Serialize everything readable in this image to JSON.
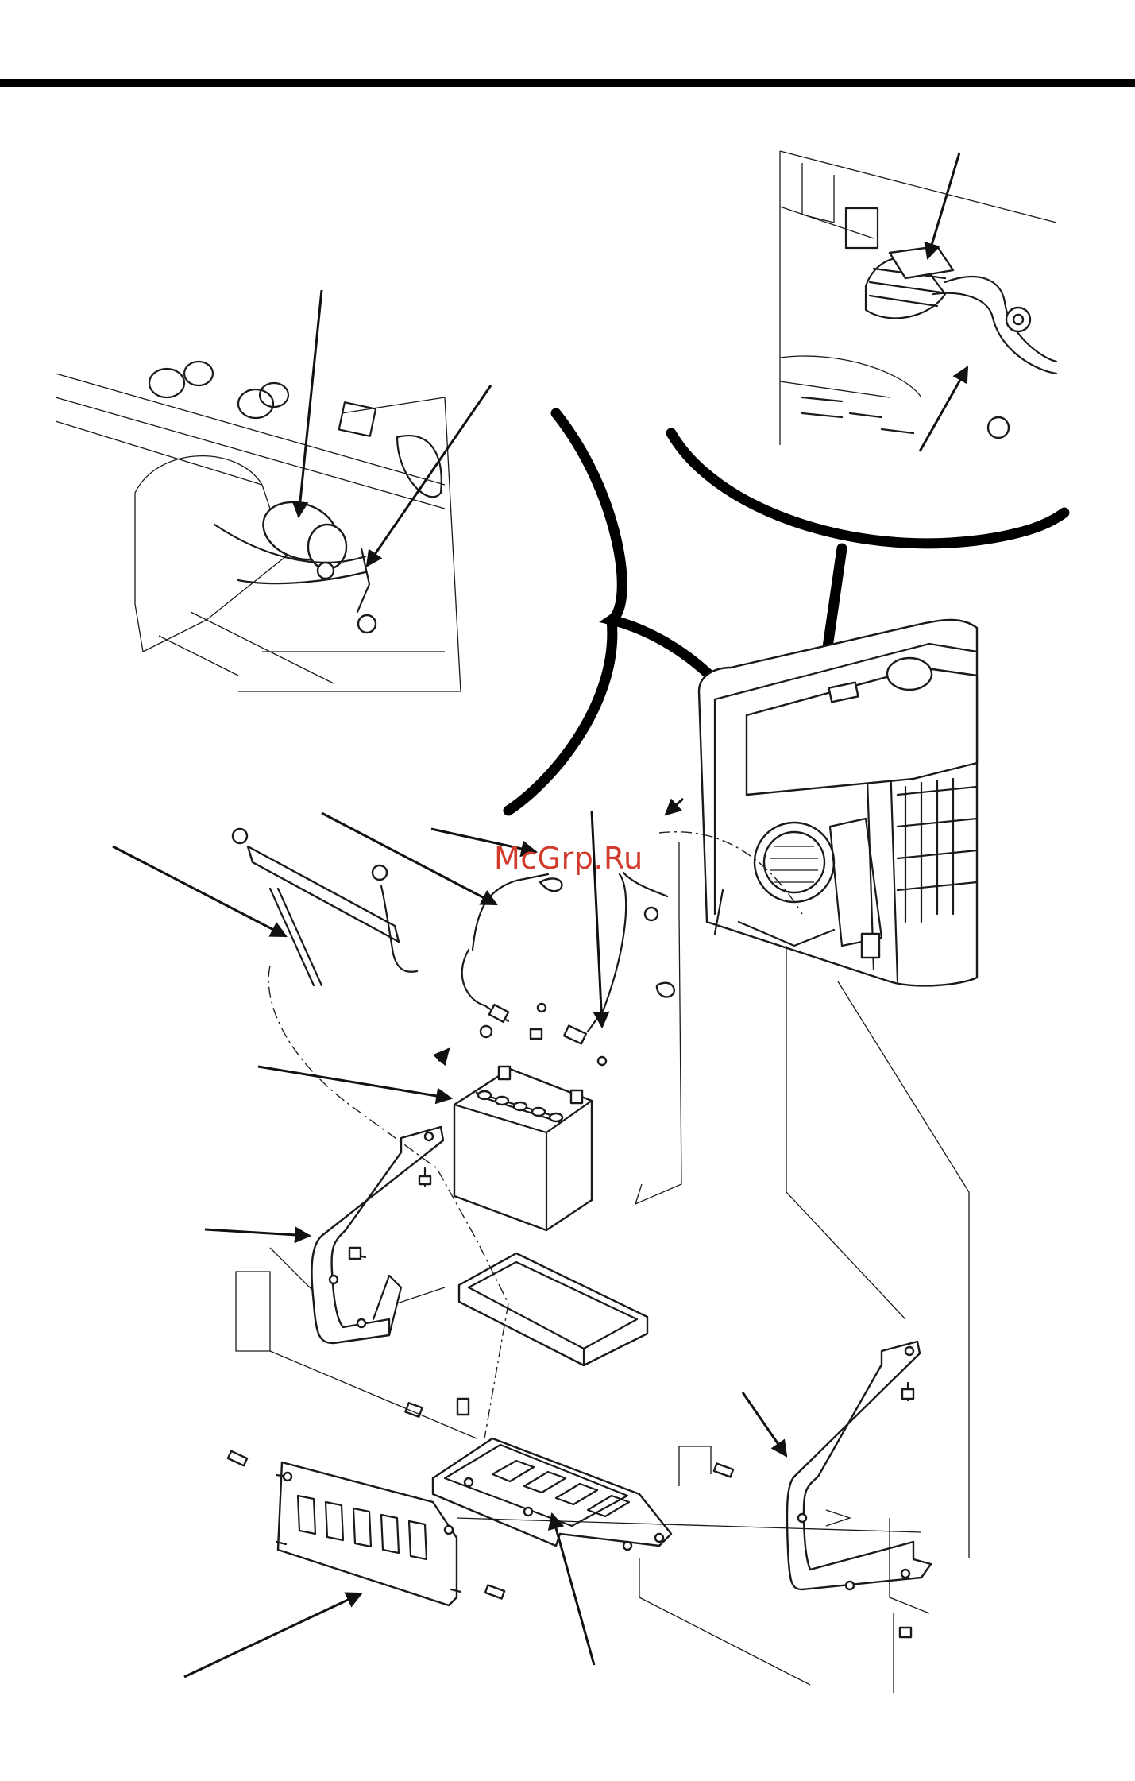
{
  "watermark": {
    "text": "McGrp.Ru",
    "color": "#d23a2c"
  },
  "components": {
    "header_rule": "header-rule",
    "inset_starter_solenoid": "starter-solenoid-detail",
    "inset_cable_boot": "cable-boot-detail",
    "generator": "generator-frame",
    "battery": "battery",
    "battery_tray": "battery-tray",
    "battery_holder": "battery-holder-bar",
    "battery_cables": [
      "negative-battery-cable",
      "positive-battery-cable"
    ],
    "brackets": [
      "left-frame-bracket",
      "right-frame-bracket"
    ],
    "covers": [
      "front-battery-cover",
      "battery-base-plate"
    ]
  }
}
